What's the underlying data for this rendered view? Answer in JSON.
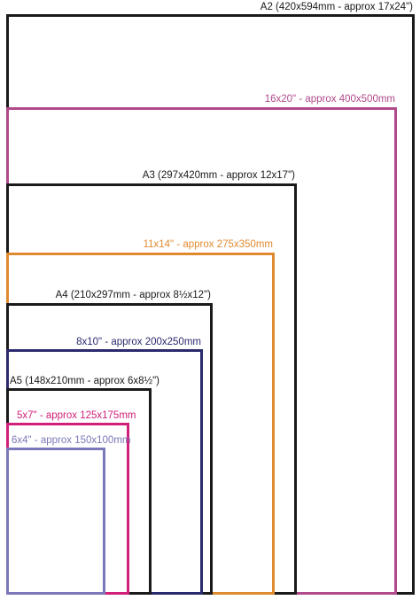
{
  "sizes": [
    {
      "label": "A2 (420x594mm - approx 17x24\")",
      "color": "#1a1a1a"
    },
    {
      "label": "16x20\" - approx 400x500mm",
      "color": "#b04a8a"
    },
    {
      "label": "A3 (297x420mm - approx 12x17\")",
      "color": "#1a1a1a"
    },
    {
      "label": "11x14\" - approx 275x350mm",
      "color": "#e08a30"
    },
    {
      "label": "A4 (210x297mm - approx 8½x12\")",
      "color": "#1a1a1a"
    },
    {
      "label": "8x10\" - approx 200x250mm",
      "color": "#2b2a6e"
    },
    {
      "label": "A5 (148x210mm - approx 6x8½\")",
      "color": "#1a1a1a"
    },
    {
      "label": "5x7\" - approx 125x175mm",
      "color": "#d0207a"
    },
    {
      "label": "6x4\" - approx 150x100mm",
      "color": "#7a78b8"
    }
  ]
}
